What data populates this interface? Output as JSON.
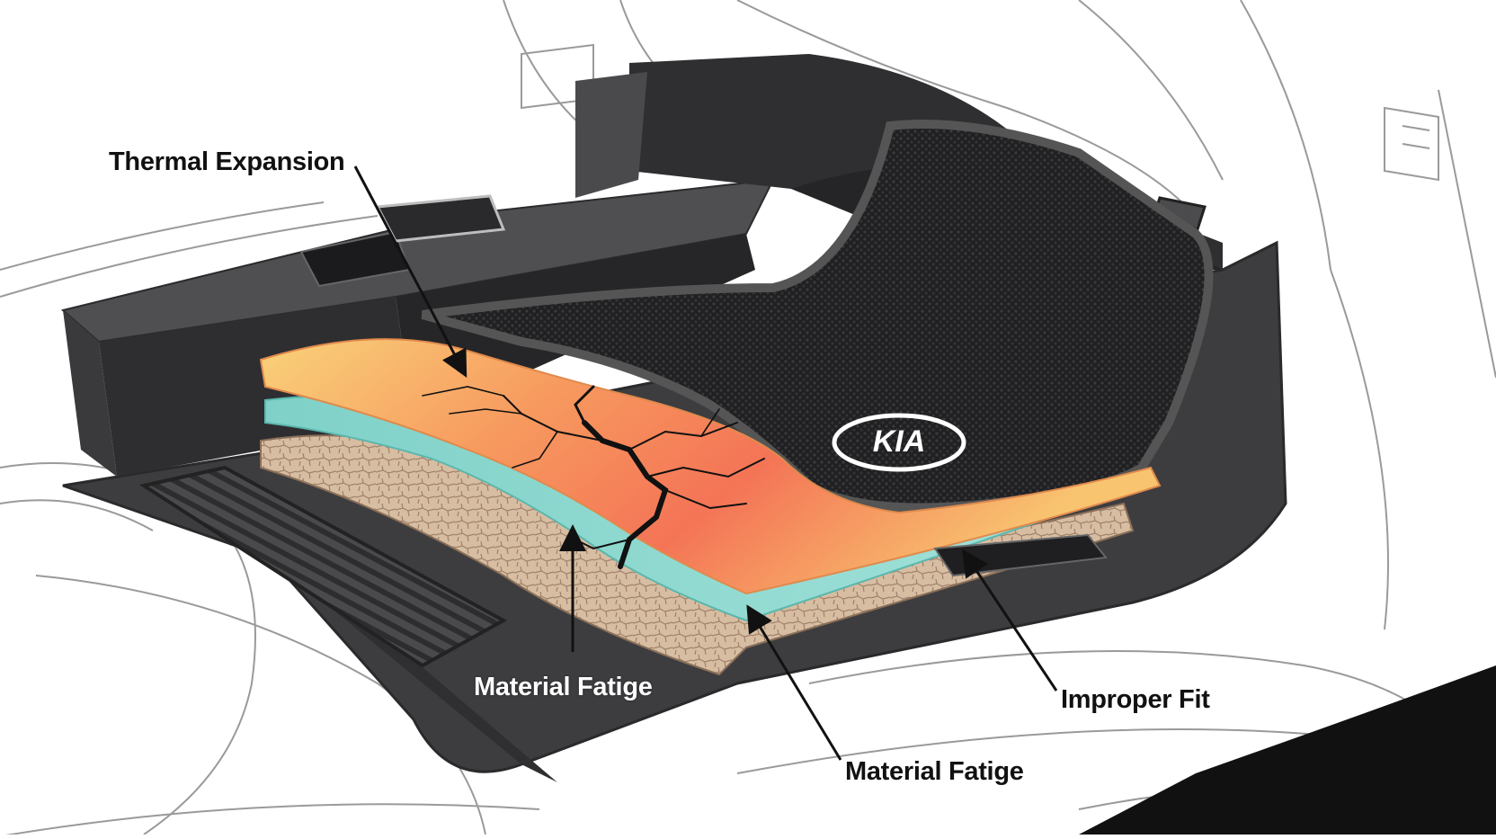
{
  "diagram": {
    "brand_logo_text": "KIA",
    "callouts": {
      "thermal_expansion": "Thermal Expansion",
      "material_fatigue_left": "Material Fatige",
      "improper_fit": "Improper Fit",
      "material_fatigue_bottom": "Material Fatige"
    },
    "colors": {
      "background": "#ffffff",
      "trim": "#3a3a3c",
      "trim_light": "#58585b",
      "carpet": "#1d1d1f",
      "hot_layer_start": "#f9cf78",
      "hot_layer_end": "#f26a4a",
      "teal_layer": "#8fd8d0",
      "base_layer": "#dcc1a6",
      "crack": "#111111"
    }
  }
}
